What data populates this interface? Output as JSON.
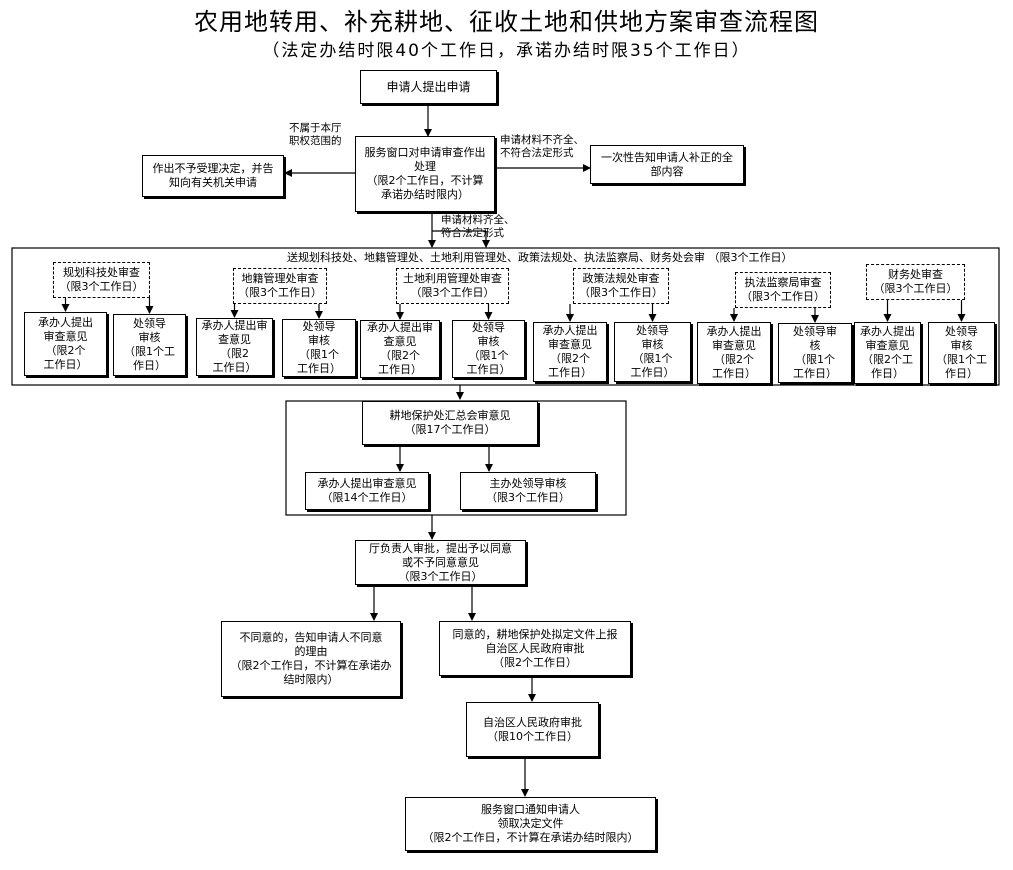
{
  "title": "农用地转用、补充耕地、征收土地和供地方案审查流程图",
  "subtitle": "（法定办结时限40个工作日，承诺办结时限35个工作日）",
  "start": "申请人提出申请",
  "window_review": {
    "line1": "服务窗口对申请审查作出",
    "line2": "处理",
    "line3": "（限2个工作日，不计算",
    "line4": "承诺办结时限内）"
  },
  "reject": {
    "line1": "作出不予受理决定，并告",
    "line2": "知向有关机关申请"
  },
  "reject_label": {
    "line1": "不属于本厅",
    "line2": "职权范围的"
  },
  "notify_incomplete": {
    "line1": "一次性告知申请人补正的全",
    "line2": "部内容"
  },
  "incomplete_label": {
    "line1": "申请材料不齐全、",
    "line2": "不符合法定形式"
  },
  "complete_label": {
    "line1": "申请材料齐全、",
    "line2": "符合法定形式"
  },
  "joint_review": "送规划科技处、地籍管理处、土地利用管理处、政策法规处、执法监察局、财务处会审 （限3个工作日）",
  "departments": [
    {
      "h1": "规划科技处审查",
      "h2": "（限3个工作日）",
      "a": [
        "承办人提出",
        "审查意见",
        "（限2个",
        "工作日）"
      ],
      "b": [
        "处领导",
        "审核",
        "（限1个工",
        "作日）"
      ]
    },
    {
      "h1": "地籍管理处审查",
      "h2": "（限3个工作日）",
      "a": [
        "承办人提出审",
        "查意见",
        "（限2",
        "工作日）"
      ],
      "b": [
        "处领导",
        "审核",
        "（限1个",
        "工作日）"
      ]
    },
    {
      "h1": "土地利用管理处审查",
      "h2": "（限3个工作日）",
      "a": [
        "承办人提出审",
        "查意见",
        "（限2个",
        "工作日）"
      ],
      "b": [
        "处领导",
        "审核",
        "（限1个",
        "工作日）"
      ]
    },
    {
      "h1": "政策法规处审查",
      "h2": "（限3个工作日）",
      "a": [
        "承办人提出",
        "审查意见",
        "（限2个",
        "工作日）"
      ],
      "b": [
        "处领导",
        "审核",
        "（限1个",
        "工作日）"
      ]
    },
    {
      "h1": "执法监察局审查",
      "h2": "（限3个工作日）",
      "a": [
        "承办人提出",
        "审查意见",
        "（限2个",
        "工作日）"
      ],
      "b": [
        "处领导审",
        "核",
        "（限1个",
        "工作日）"
      ]
    },
    {
      "h1": "财务处审查",
      "h2": "（限3个工作日）",
      "a": [
        "承办人提出",
        "审查意见",
        "（限2个工",
        "作日）"
      ],
      "b": [
        "处领导",
        "审核",
        "（限1个工",
        "作日）"
      ]
    }
  ],
  "summary": {
    "line1": "耕地保护处汇总会审意见",
    "line2": "（限17个工作日）"
  },
  "summary_a": {
    "line1": "承办人提出审查意见",
    "line2": "（限14个工作日）"
  },
  "summary_b": {
    "line1": "主办处领导审核",
    "line2": "（限3个工作日）"
  },
  "director": {
    "line1": "厅负责人审批，提出予以同意",
    "line2": "或不予同意意见",
    "line3": "（限3个工作日）"
  },
  "disagree": {
    "line1": "不同意的，告知申请人不同意",
    "line2": "的理由",
    "line3": "（限2个工作日，不计算在承诺办",
    "line4": "结时限内）"
  },
  "agree": {
    "line1": "同意的，耕地保护处拟定文件上报",
    "line2": "自治区人民政府审批",
    "line3": "（限2个工作日）"
  },
  "gov": {
    "line1": "自治区人民政府审批",
    "line2": "（限10个工作日）"
  },
  "final": {
    "line1": "服务窗口通知申请人",
    "line2": "领取决定文件",
    "line3": "（限2个工作日，不计算在承诺办结时限内）"
  }
}
